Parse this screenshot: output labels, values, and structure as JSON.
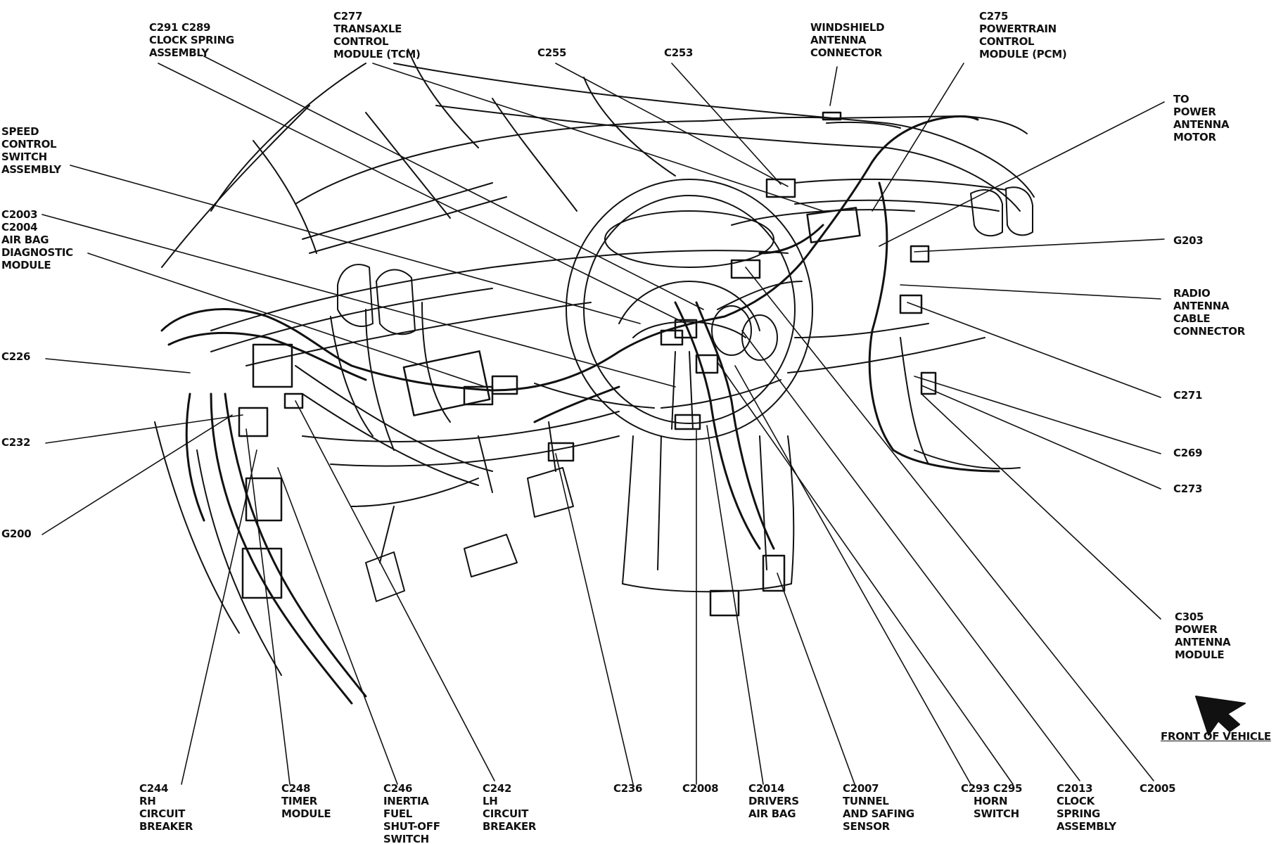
{
  "diagram": {
    "labels": [
      {
        "id": "c291-c289",
        "lines": [
          "C291   C289",
          "CLOCK SPRING",
          "ASSEMBLY"
        ]
      },
      {
        "id": "c277",
        "lines": [
          "C277",
          "TRANSAXLE",
          "CONTROL",
          "MODULE (TCM)"
        ]
      },
      {
        "id": "c255",
        "lines": [
          "C255"
        ]
      },
      {
        "id": "c253",
        "lines": [
          "C253"
        ]
      },
      {
        "id": "windshield-antenna",
        "lines": [
          "WINDSHIELD",
          "ANTENNA",
          "CONNECTOR"
        ]
      },
      {
        "id": "c275",
        "lines": [
          "C275",
          "POWERTRAIN",
          "CONTROL",
          "MODULE (PCM)"
        ]
      },
      {
        "id": "to-power-antenna",
        "lines": [
          "TO",
          "POWER",
          "ANTENNA",
          "MOTOR"
        ]
      },
      {
        "id": "speed-control",
        "lines": [
          "SPEED",
          "CONTROL",
          "SWITCH",
          "ASSEMBLY"
        ]
      },
      {
        "id": "c2003-c2004",
        "lines": [
          "C2003",
          "C2004",
          "AIR BAG",
          "DIAGNOSTIC",
          "MODULE"
        ]
      },
      {
        "id": "g203",
        "lines": [
          "G203"
        ]
      },
      {
        "id": "radio-antenna",
        "lines": [
          "RADIO",
          "ANTENNA",
          "CABLE",
          "CONNECTOR"
        ]
      },
      {
        "id": "c226",
        "lines": [
          "C226"
        ]
      },
      {
        "id": "c271",
        "lines": [
          "C271"
        ]
      },
      {
        "id": "c232",
        "lines": [
          "C232"
        ]
      },
      {
        "id": "c269",
        "lines": [
          "C269"
        ]
      },
      {
        "id": "c273",
        "lines": [
          "C273"
        ]
      },
      {
        "id": "g200",
        "lines": [
          "G200"
        ]
      },
      {
        "id": "c305",
        "lines": [
          "C305",
          "POWER",
          "ANTENNA",
          "MODULE"
        ]
      },
      {
        "id": "c244",
        "lines": [
          "C244",
          "RH",
          "CIRCUIT",
          "BREAKER"
        ]
      },
      {
        "id": "c248",
        "lines": [
          "C248",
          "TIMER",
          "MODULE"
        ]
      },
      {
        "id": "c246",
        "lines": [
          "C246",
          "INERTIA",
          "FUEL",
          "SHUT-OFF",
          "SWITCH"
        ]
      },
      {
        "id": "c242",
        "lines": [
          "C242",
          "LH",
          "CIRCUIT",
          "BREAKER"
        ]
      },
      {
        "id": "c236",
        "lines": [
          "C236"
        ]
      },
      {
        "id": "c2008",
        "lines": [
          "C2008"
        ]
      },
      {
        "id": "c2014",
        "lines": [
          "C2014",
          "DRIVERS",
          "AIR BAG"
        ]
      },
      {
        "id": "c2007",
        "lines": [
          "C2007",
          "TUNNEL",
          "AND SAFING",
          "SENSOR"
        ]
      },
      {
        "id": "c293-c295",
        "lines": [
          "C293   C295",
          "HORN",
          "SWITCH"
        ]
      },
      {
        "id": "c2013",
        "lines": [
          "C2013",
          "CLOCK",
          "SPRING",
          "ASSEMBLY"
        ]
      },
      {
        "id": "c2005",
        "lines": [
          "C2005"
        ]
      }
    ],
    "front_of_vehicle": "FRONT OF VEHICLE"
  }
}
